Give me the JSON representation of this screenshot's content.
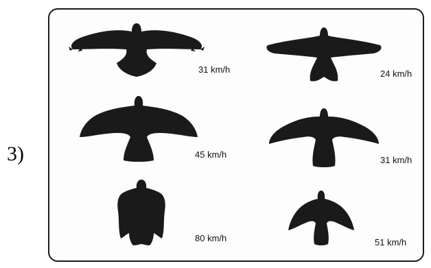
{
  "question_number": "3)",
  "silhouette_color": "#1a1a1a",
  "birds": [
    {
      "speed": "31 km/h"
    },
    {
      "speed": "24 km/h"
    },
    {
      "speed": "45 km/h"
    },
    {
      "speed": "31 km/h"
    },
    {
      "speed": "80 km/h"
    },
    {
      "speed": "51 km/h"
    }
  ]
}
